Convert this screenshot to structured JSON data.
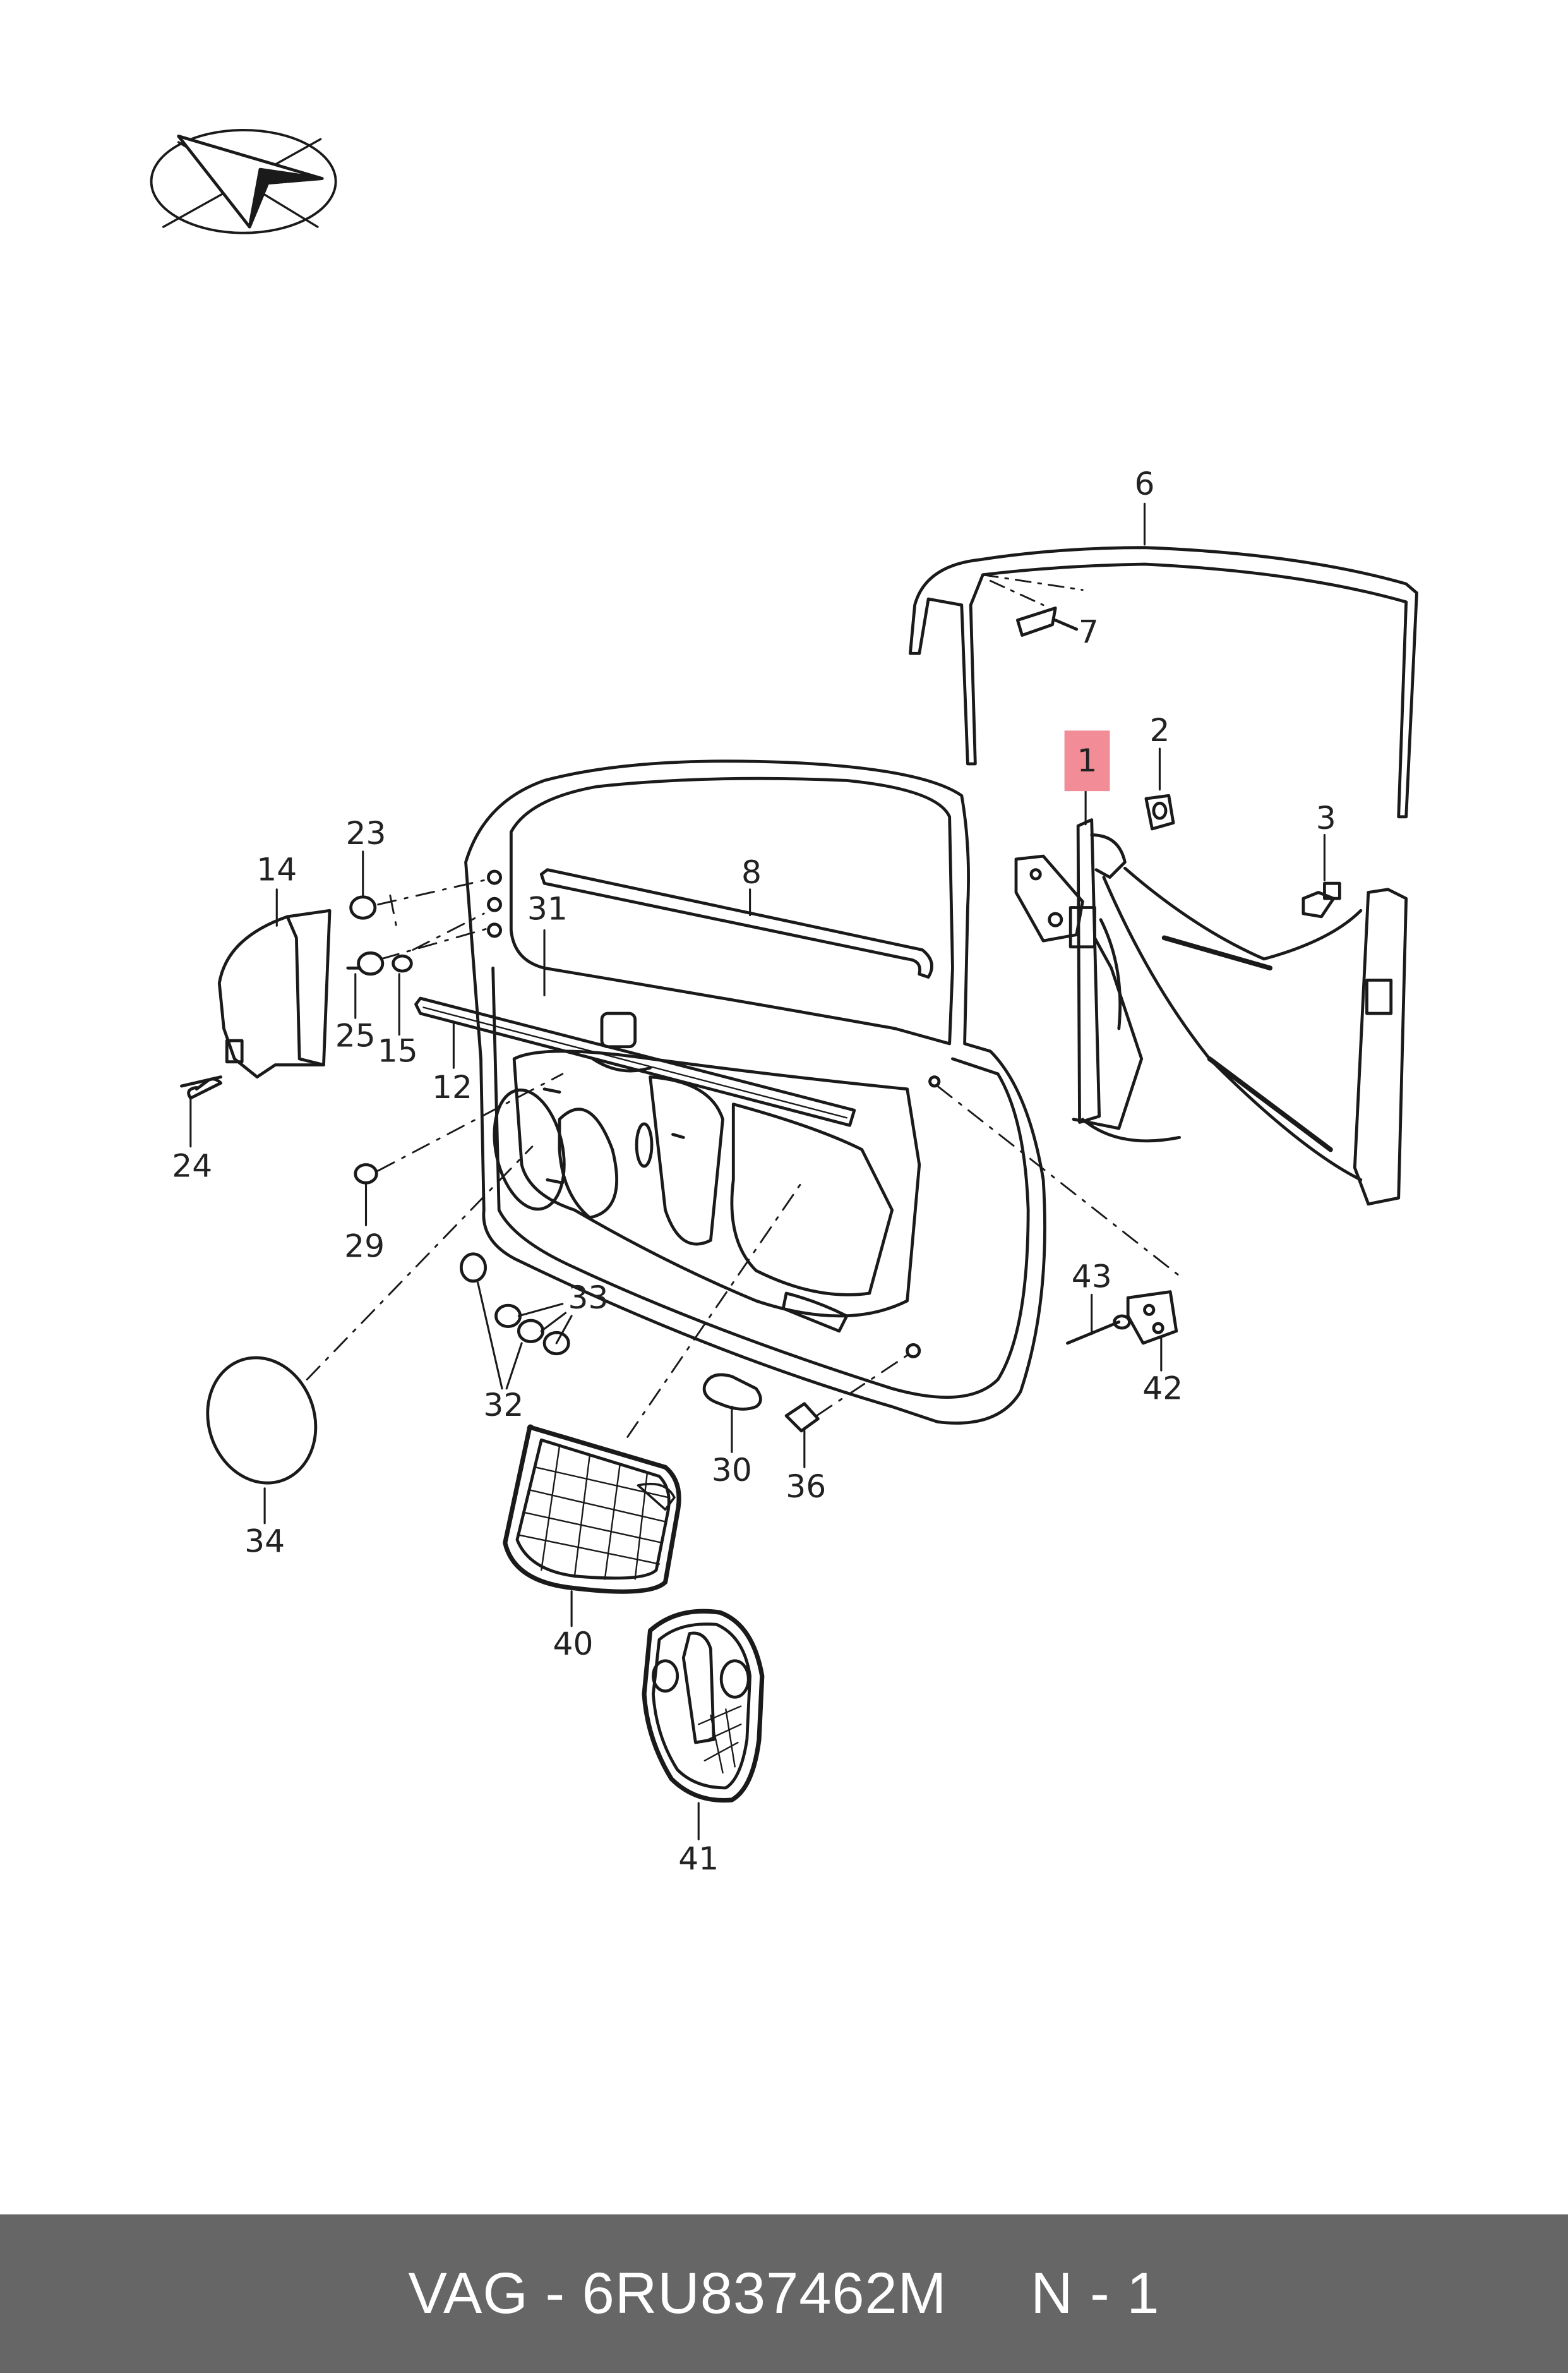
{
  "logo": {
    "icon": "brand-emblem-icon"
  },
  "callouts": [
    "1",
    "2",
    "3",
    "6",
    "7",
    "8",
    "12",
    "14",
    "15",
    "23",
    "24",
    "25",
    "29",
    "30",
    "31",
    "32",
    "33",
    "34",
    "36",
    "40",
    "41",
    "42",
    "43"
  ],
  "highlighted_callout": "1",
  "colors": {
    "line": "#1a1a1a",
    "highlight": "#f28c96",
    "footer_bg": "#666666",
    "footer_text": "#ffffff"
  },
  "footer": {
    "text": "VAG - 6RU837462M     N - 1"
  }
}
